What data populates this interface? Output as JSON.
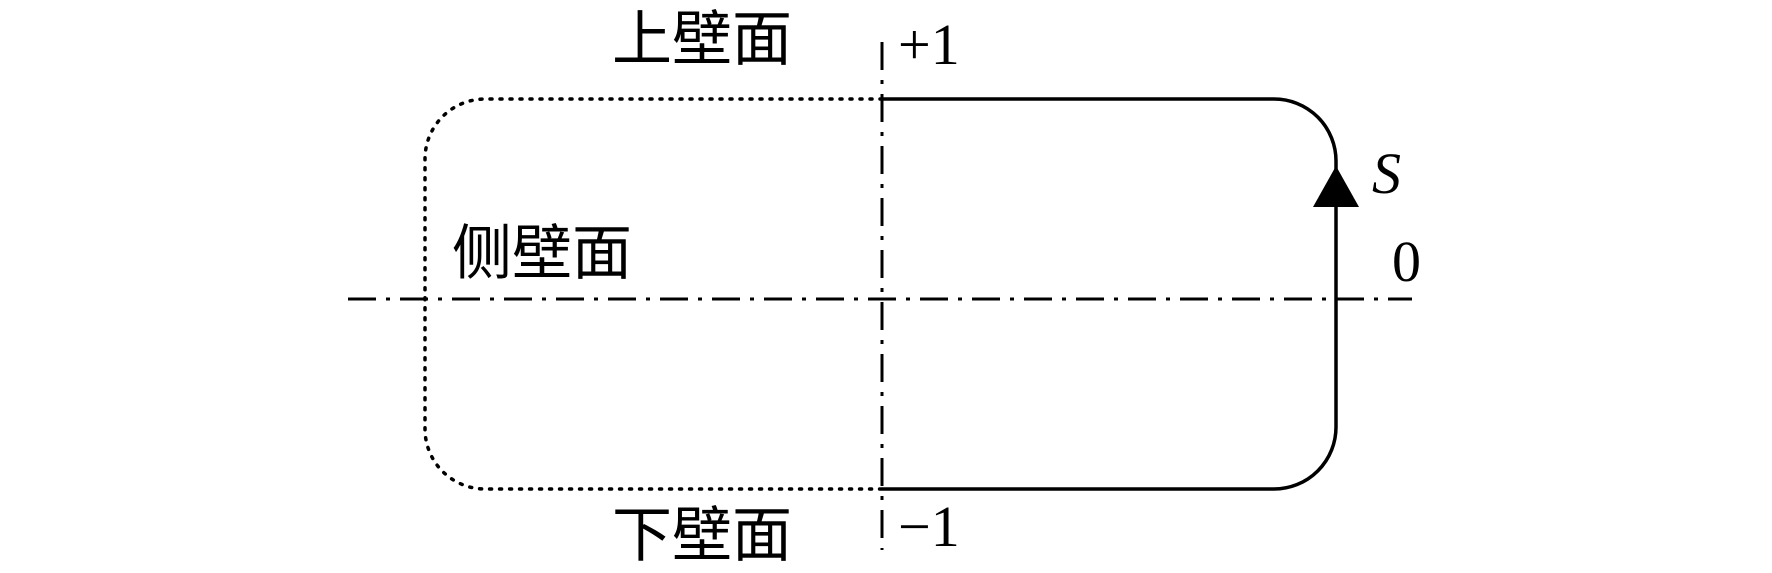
{
  "labels": {
    "top_wall": "上壁面",
    "side_wall": "侧壁面",
    "bottom_wall": "下壁面",
    "plus_one": "+1",
    "minus_one": "−1",
    "zero": "0",
    "path_variable": "S"
  },
  "colors": {
    "stroke": "#000000",
    "background": "#ffffff"
  }
}
